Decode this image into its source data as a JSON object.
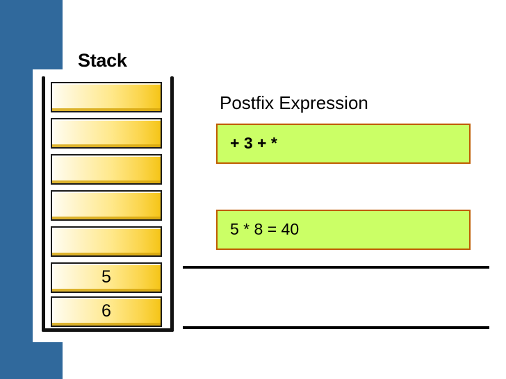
{
  "slide": {
    "stack_title": "Stack",
    "postfix_heading": "Postfix Expression"
  },
  "stack": {
    "cells": [
      {
        "label": ""
      },
      {
        "label": ""
      },
      {
        "label": ""
      },
      {
        "label": ""
      },
      {
        "label": ""
      },
      {
        "label": "5"
      },
      {
        "label": "6"
      }
    ]
  },
  "expressions": {
    "remaining": "+ 3 + *",
    "evaluation": "5 * 8 = 40"
  },
  "colors": {
    "accent_blue": "#30699C",
    "expression_green": "#CBFF66",
    "expression_border": "#BF5B00",
    "cell_gold": "#F5C518",
    "rule_black": "#000000"
  }
}
